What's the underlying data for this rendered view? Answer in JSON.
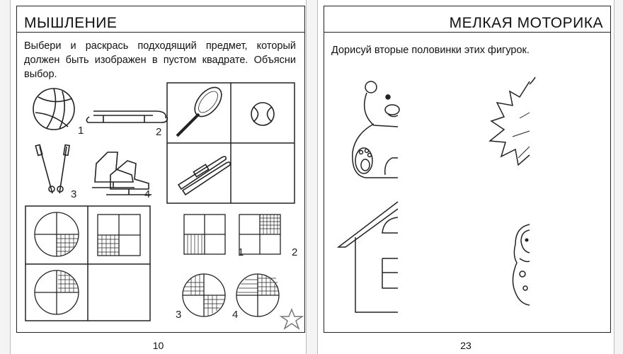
{
  "left_page": {
    "title": "МЫШЛЕНИЕ",
    "task": "Выбери и раскрась подходящий предмет, который должен быть изображен в пустом квадрате. Объясни выбор.",
    "options_top": [
      "1",
      "2",
      "3",
      "4"
    ],
    "options_bottom": [
      "1",
      "2",
      "3",
      "4"
    ],
    "page_number": "10",
    "icons": [
      "volleyball-icon",
      "sled-icon",
      "ski-poles-icon",
      "skates-icon",
      "tennis-racket-icon",
      "tennis-ball-icon",
      "skis-icon",
      "star-icon"
    ]
  },
  "right_page": {
    "title": "МЕЛКАЯ МОТОРИКА",
    "task": "Дорисуй вторые половинки этих фигурок.",
    "page_number": "23",
    "icons": [
      "half-bear-icon",
      "half-maple-leaf-icon",
      "half-house-icon",
      "half-matryoshka-icon"
    ]
  }
}
